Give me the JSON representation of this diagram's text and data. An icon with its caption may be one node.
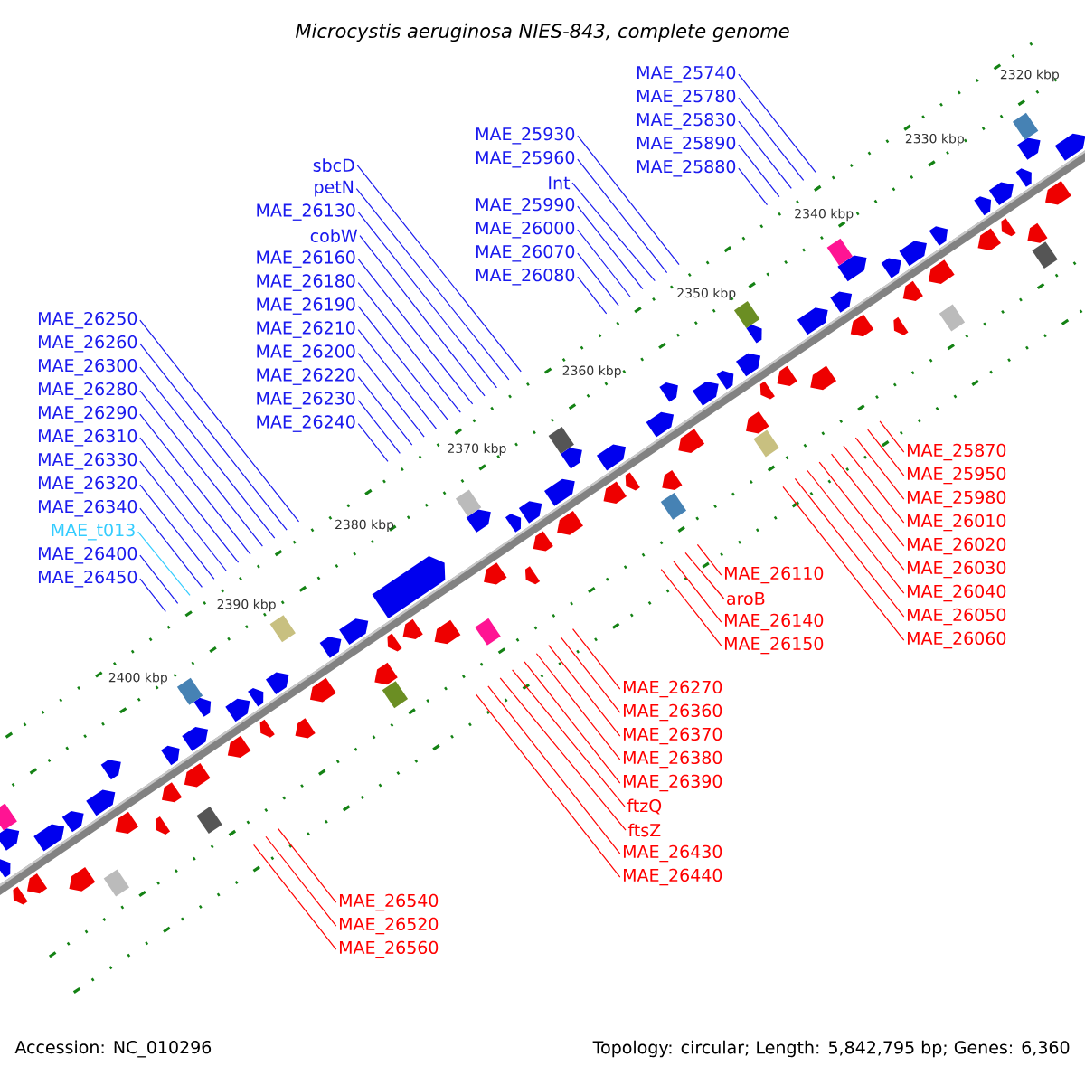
{
  "diagram": {
    "title": "*Microcystis aeruginosa* NIES-843, complete genome",
    "nodes": [
      {
        "text": [
          "MAE_25890"
        ]
      },
      {
        "text": [
          "MAE_25740"
        ]
      },
      {
        "text": [
          "Int"
        ]
      },
      {
        "text": [
          "MAE_25880"
        ]
      },
      {
        "text": [
          "MAE_25780"
        ]
      },
      {
        "text": [
          "MAE_25830"
        ]
      },
      {
        "text": [
          "MAE_25960"
        ]
      },
      {
        "text": [
          "petN"
        ]
      },
      {
        "text": [
          "MAE_25930"
        ]
      },
      {
        "text": [
          "MAE_26240"
        ]
      },
      {
        "text": [
          "MAE_26070"
        ]
      },
      {
        "text": [
          "MAE_25990"
        ]
      },
      {
        "text": [
          "MAE_26230"
        ]
      },
      {
        "text": [
          "sbcD"
        ]
      },
      {
        "text": [
          "MAE_26000"
        ]
      },
      {
        "text": [
          "MAE_26200"
        ]
      },
      {
        "text": [
          "cobW"
        ]
      },
      {
        "text": [
          "MAE_26080"
        ]
      },
      {
        "text": [
          "MAE_26220"
        ]
      },
      {
        "text": [
          "MAE_26160"
        ]
      },
      {
        "text": [
          "MAE_26330"
        ]
      },
      {
        "text": [
          "MAE_26190"
        ]
      },
      {
        "text": [
          "MAE_26310"
        ]
      },
      {
        "text": [
          "MAE_26130"
        ]
      },
      {
        "text": [
          "MAE_26300"
        ]
      },
      {
        "text": [
          "MAE_26180"
        ]
      },
      {
        "text": [
          "MAE_26290"
        ]
      },
      {
        "text": [
          "MAE_26210"
        ]
      },
      {
        "text": [
          "MAE_26280"
        ]
      },
      {
        "text": [
          "MAE_26250"
        ]
      },
      {
        "text": [
          "MAE_26320"
        ]
      },
      {
        "text": [
          "MAE_26260"
        ]
      },
      {
        "text": [
          "MAE_26340"
        ]
      },
      {
        "text": [
          "MAE_t013"
        ]
      },
      {
        "text": [
          "MAE_26400"
        ]
      },
      {
        "text": [
          "MAE_26450"
        ]
      },
      {
        "text": [
          "MAE_25870"
        ]
      },
      {
        "text": [
          "MAE_25950"
        ]
      },
      {
        "text": [
          "MAE_26050"
        ]
      },
      {
        "text": [
          "MAE_25980"
        ]
      },
      {
        "text": [
          "MAE_26060"
        ]
      },
      {
        "text": [
          "MAE_26010"
        ]
      },
      {
        "text": [
          "MAE_26110"
        ]
      },
      {
        "text": [
          "MAE_26020"
        ]
      },
      {
        "text": [
          "aroB"
        ]
      },
      {
        "text": [
          "MAE_26030"
        ]
      },
      {
        "text": [
          "MAE_26140"
        ]
      },
      {
        "text": [
          "MAE_26040"
        ]
      },
      {
        "text": [
          "MAE_26150"
        ]
      },
      {
        "text": [
          "MAE_26270"
        ]
      },
      {
        "text": [
          "MAE_26360"
        ]
      },
      {
        "text": [
          "MAE_26370"
        ]
      },
      {
        "text": [
          "MAE_26380"
        ]
      },
      {
        "text": [
          "MAE_26390"
        ]
      },
      {
        "text": [
          "ftsZ"
        ]
      },
      {
        "text": [
          "ftzQ"
        ]
      },
      {
        "text": [
          "MAE_26560"
        ]
      },
      {
        "text": [
          "MAE_26430"
        ]
      },
      {
        "text": [
          "MAE_26520"
        ]
      },
      {
        "text": [
          "MAE_26440"
        ]
      },
      {
        "text": [
          "MAE_26540"
        ]
      }
    ],
    "edges": [
      {
        "from": 0,
        "to": null,
        "arrow": "none"
      },
      {
        "from": 1,
        "to": null,
        "arrow": "none"
      },
      {
        "from": 2,
        "to": null,
        "arrow": "none"
      },
      {
        "from": 3,
        "to": null,
        "arrow": "none"
      },
      {
        "from": 4,
        "to": null,
        "arrow": "none"
      },
      {
        "from": 5,
        "to": null,
        "arrow": "none"
      },
      {
        "from": 6,
        "to": null,
        "arrow": "none"
      },
      {
        "from": 7,
        "to": null,
        "arrow": "none"
      },
      {
        "from": 8,
        "to": null,
        "arrow": "none"
      },
      {
        "from": 9,
        "to": null,
        "arrow": "none"
      },
      {
        "from": 10,
        "to": null,
        "arrow": "none"
      },
      {
        "from": 11,
        "to": null,
        "arrow": "none"
      },
      {
        "from": 12,
        "to": null,
        "arrow": "none"
      },
      {
        "from": 13,
        "to": null,
        "arrow": "none"
      },
      {
        "from": 14,
        "to": null,
        "arrow": "none"
      },
      {
        "from": 15,
        "to": null,
        "arrow": "none"
      },
      {
        "from": 16,
        "to": null,
        "arrow": "none"
      },
      {
        "from": 17,
        "to": null,
        "arrow": "none"
      },
      {
        "from": 18,
        "to": null,
        "arrow": "none"
      },
      {
        "from": 19,
        "to": null,
        "arrow": "none"
      },
      {
        "from": 20,
        "to": null,
        "arrow": "none"
      },
      {
        "from": 21,
        "to": null,
        "arrow": "none"
      },
      {
        "from": 22,
        "to": null,
        "arrow": "none"
      },
      {
        "from": 23,
        "to": null,
        "arrow": "none"
      },
      {
        "from": 24,
        "to": null,
        "arrow": "none"
      },
      {
        "from": 25,
        "to": null,
        "arrow": "none"
      },
      {
        "from": 26,
        "to": null,
        "arrow": "none"
      },
      {
        "from": 27,
        "to": null,
        "arrow": "none"
      },
      {
        "from": 28,
        "to": null,
        "arrow": "none"
      },
      {
        "from": 29,
        "to": null,
        "arrow": "none"
      },
      {
        "from": 30,
        "to": null,
        "arrow": "none"
      },
      {
        "from": 31,
        "to": null,
        "arrow": "none"
      },
      {
        "from": 32,
        "to": null,
        "arrow": "none"
      },
      {
        "from": 33,
        "to": null,
        "arrow": "none",
        "color": "#33ccff"
      },
      {
        "from": 34,
        "to": null,
        "arrow": "none"
      },
      {
        "from": 35,
        "to": null,
        "arrow": "none"
      },
      {
        "from": 36,
        "to": null,
        "arrow": "none",
        "color": "#ff0000"
      },
      {
        "from": 37,
        "to": null,
        "arrow": "none",
        "color": "#ff0000"
      },
      {
        "from": 38,
        "to": null,
        "arrow": "none",
        "color": "#ff0000"
      },
      {
        "from": 39,
        "to": null,
        "arrow": "none",
        "color": "#ff0000"
      },
      {
        "from": 40,
        "to": null,
        "arrow": "none",
        "color": "#ff0000"
      },
      {
        "from": 41,
        "to": null,
        "arrow": "none",
        "color": "#ff0000"
      },
      {
        "from": 42,
        "to": null,
        "arrow": "none",
        "color": "#ff0000"
      },
      {
        "from": 43,
        "to": null,
        "arrow": "none",
        "color": "#ff0000"
      },
      {
        "from": 44,
        "to": null,
        "arrow": "none",
        "color": "#ff0000"
      },
      {
        "from": 45,
        "to": null,
        "arrow": "none",
        "color": "#ff0000"
      },
      {
        "from": 46,
        "to": null,
        "arrow": "none",
        "color": "#ff0000"
      },
      {
        "from": 47,
        "to": null,
        "arrow": "none",
        "color": "#ff0000"
      },
      {
        "from": 48,
        "to": null,
        "arrow": "none",
        "color": "#ff0000"
      },
      {
        "from": 49,
        "to": null,
        "arrow": "none",
        "color": "#ff0000"
      },
      {
        "from": 50,
        "to": null,
        "arrow": "none",
        "color": "#ff0000"
      },
      {
        "from": 51,
        "to": null,
        "arrow": "none",
        "color": "#ff0000"
      },
      {
        "from": 52,
        "to": null,
        "arrow": "none",
        "color": "#ff0000"
      },
      {
        "from": 53,
        "to": null,
        "arrow": "none",
        "color": "#ff0000"
      },
      {
        "from": 54,
        "to": null,
        "arrow": "none",
        "color": "#ff0000"
      },
      {
        "from": 55,
        "to": null,
        "arrow": "none",
        "color": "#ff0000"
      },
      {
        "from": 56,
        "to": null,
        "arrow": "none",
        "color": "#ff0000"
      },
      {
        "from": 57,
        "to": null,
        "arrow": "none",
        "color": "#ff0000"
      },
      {
        "from": 58,
        "to": null,
        "arrow": "none",
        "color": "#ff0000"
      },
      {
        "from": 59,
        "to": null,
        "arrow": "none",
        "color": "#ff0000"
      },
      {
        "from": 60,
        "to": null,
        "arrow": "none",
        "color": "#ff0000"
      }
    ],
    "labels": [
      "2320 kbp",
      "2330 kbp",
      "2340 kbp",
      "2350 kbp",
      "2360 kbp",
      "2370 kbp",
      "2380 kbp",
      "2390 kbp",
      "2400 kbp",
      "Accession: NC_010296",
      "Topology: circular; Length: 5,842,795 bp; Genes: 6,360"
    ]
  }
}
